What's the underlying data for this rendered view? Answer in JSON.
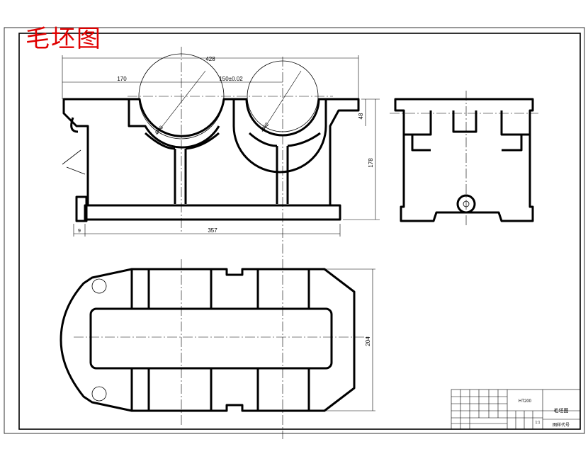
{
  "stamp": "毛坯图",
  "dims": {
    "overall_length": "428",
    "left_offset": "170",
    "bore_spacing": "150±0.02",
    "height": "178",
    "top_step": "48",
    "base_length": "357",
    "base_offset": "9",
    "width": "204",
    "dia_left": "Ø98",
    "dia_right": "Ø82"
  },
  "title_block": {
    "material": "HT200",
    "name": "毛坯图",
    "code_label": "图样代号",
    "scale": "1:1"
  }
}
